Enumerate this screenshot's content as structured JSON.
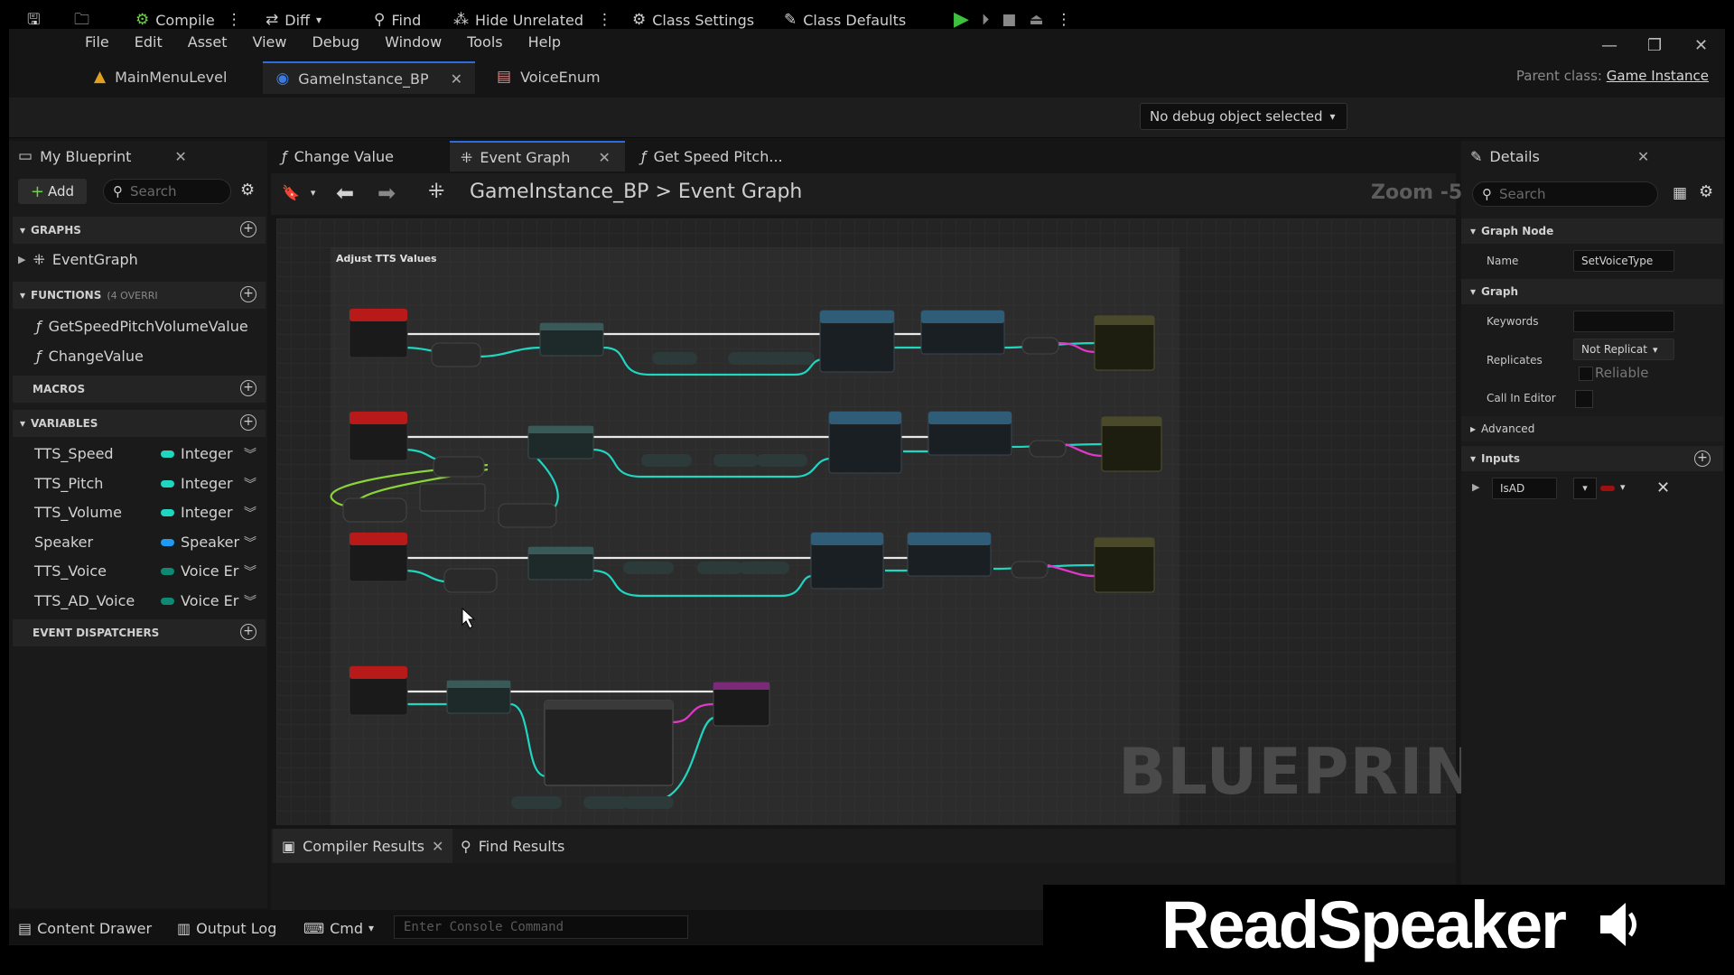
{
  "menu": [
    "File",
    "Edit",
    "Asset",
    "View",
    "Debug",
    "Window",
    "Tools",
    "Help"
  ],
  "doc_tabs": [
    {
      "label": "MainMenuLevel",
      "active": false
    },
    {
      "label": "GameInstance_BP",
      "active": true
    },
    {
      "label": "VoiceEnum",
      "active": false
    }
  ],
  "parent_class": {
    "label": "Parent class:",
    "value": "Game Instance"
  },
  "toolbar": {
    "compile": "Compile",
    "diff": "Diff",
    "find": "Find",
    "hide_unrelated": "Hide Unrelated",
    "class_settings": "Class Settings",
    "class_defaults": "Class Defaults",
    "debug_object": "No debug object selected"
  },
  "my_blueprint": {
    "tab": "My Blueprint",
    "add": "Add",
    "search_placeholder": "Search",
    "graphs": {
      "title": "GRAPHS",
      "items": [
        "EventGraph"
      ]
    },
    "functions": {
      "title": "FUNCTIONS",
      "count": "(4 OVERRI",
      "items": [
        "GetSpeedPitchVolumeValue",
        "ChangeValue"
      ]
    },
    "macros": {
      "title": "MACROS"
    },
    "variables": {
      "title": "VARIABLES",
      "items": [
        {
          "name": "TTS_Speed",
          "type": "Integer",
          "color": "#1fd6c0"
        },
        {
          "name": "TTS_Pitch",
          "type": "Integer",
          "color": "#1fd6c0"
        },
        {
          "name": "TTS_Volume",
          "type": "Integer",
          "color": "#1fd6c0"
        },
        {
          "name": "Speaker",
          "type": "Speaker",
          "color": "#1e9bf0"
        },
        {
          "name": "TTS_Voice",
          "type": "Voice Er",
          "color": "#0e8a74"
        },
        {
          "name": "TTS_AD_Voice",
          "type": "Voice Er",
          "color": "#0e8a74"
        }
      ]
    },
    "event_dispatchers": {
      "title": "EVENT DISPATCHERS"
    }
  },
  "graph_tabs": [
    {
      "label": "Change Value",
      "active": false
    },
    {
      "label": "Event Graph",
      "active": true
    },
    {
      "label": "Get Speed Pitch...",
      "active": false
    }
  ],
  "breadcrumb": {
    "blueprint": "GameInstance_BP",
    "sep": ">",
    "graph": "Event Graph"
  },
  "zoom": "Zoom -5",
  "comment_title": "Adjust TTS Values",
  "watermark": "BLUEPRINT",
  "bottom_tabs": {
    "compiler_results": "Compiler Results",
    "find_results": "Find Results"
  },
  "status_bar": {
    "content_drawer": "Content Drawer",
    "output_log": "Output Log",
    "cmd": "Cmd",
    "console_placeholder": "Enter Console Command"
  },
  "details": {
    "tab": "Details",
    "search_placeholder": "Search",
    "graph_node": {
      "title": "Graph Node",
      "name_label": "Name",
      "name_value": "SetVoiceType"
    },
    "graph": {
      "title": "Graph",
      "keywords_label": "Keywords",
      "keywords_value": "",
      "replicates_label": "Replicates",
      "replicates_value": "Not Replicat",
      "reliable_label": "Reliable",
      "call_in_editor_label": "Call In Editor"
    },
    "advanced": {
      "title": "Advanced"
    },
    "inputs": {
      "title": "Inputs",
      "items": [
        {
          "name": "IsAD"
        }
      ]
    }
  },
  "brand": {
    "name": "ReadSpeaker"
  },
  "colors": {
    "accent": "#2d6cdf",
    "exec_wire": "#e8e8e8",
    "int_wire": "#1fd6c0",
    "bool_wire": "#8ad43a",
    "string_wire": "#e038c8",
    "event_node": "#c01818"
  }
}
